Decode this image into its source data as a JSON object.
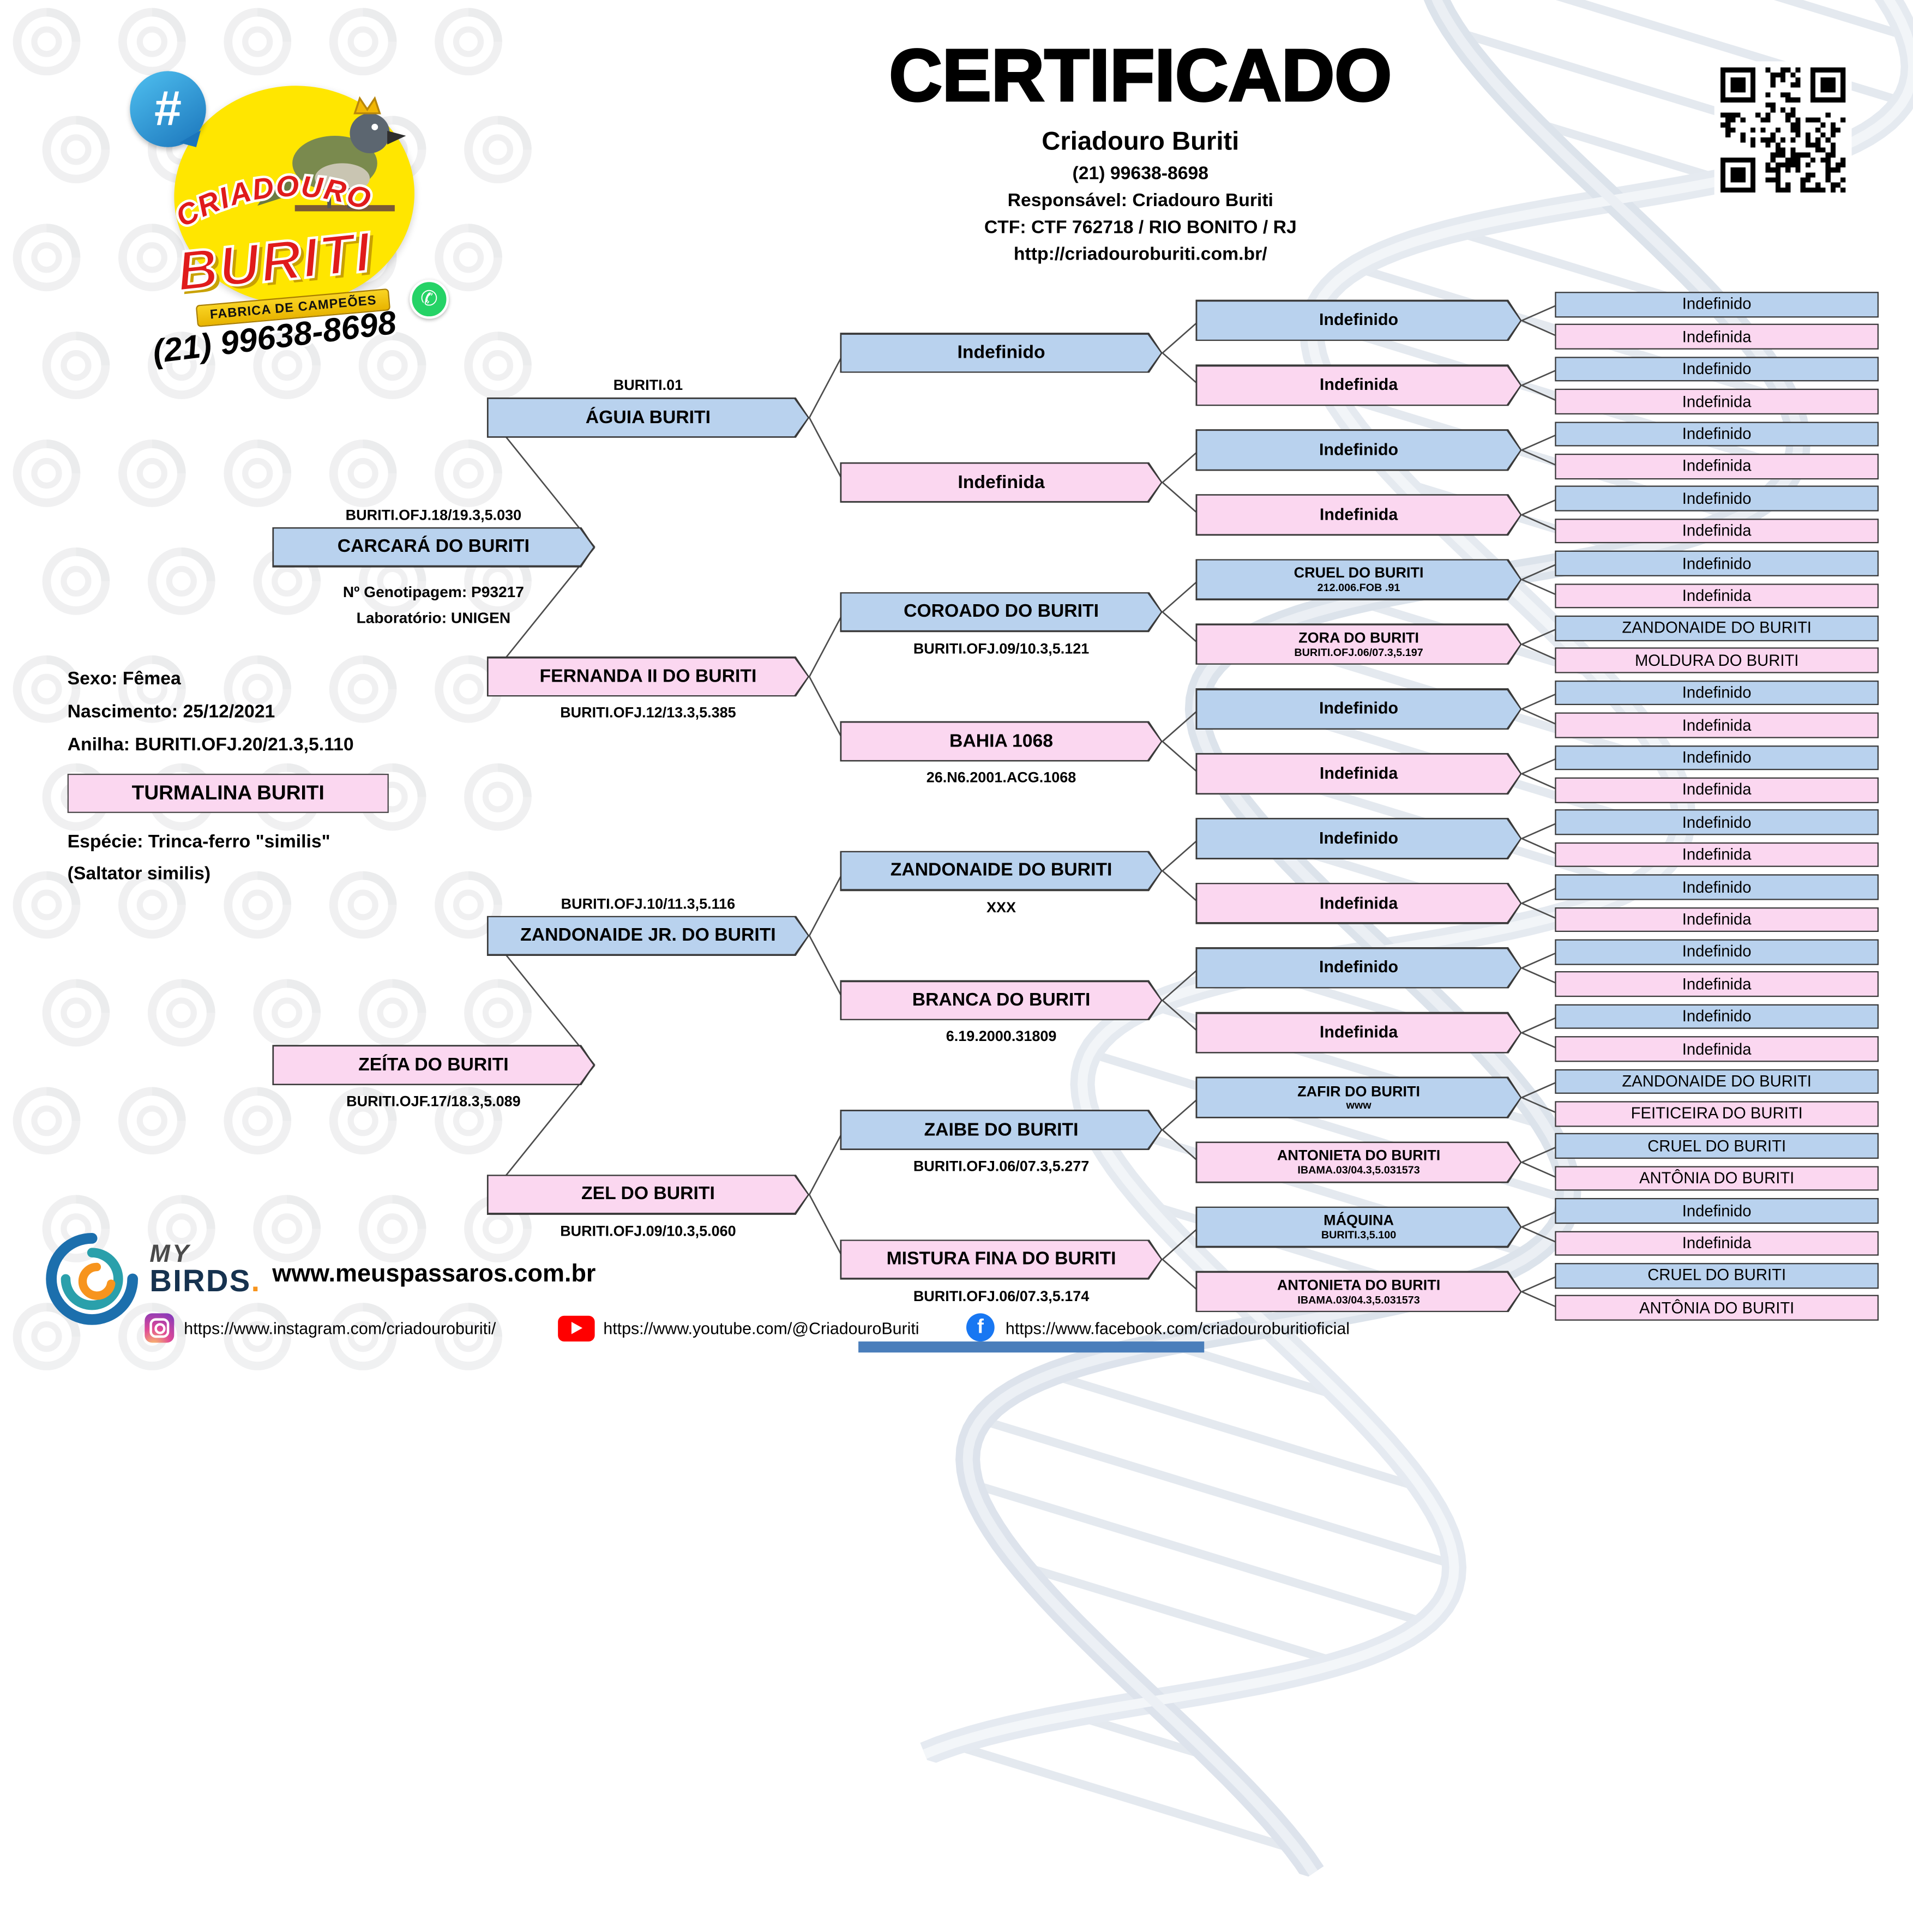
{
  "colors": {
    "male_box": "#b9d2ee",
    "female_box": "#fbd7f0",
    "box_border": "#3a3a3a",
    "connector_line": "#4d4d4d",
    "logo_red": "#e01b1b",
    "logo_yellow": "#ffe600",
    "whatsapp_green": "#25d366",
    "footer_bar_blue": "#4a7ebb"
  },
  "icons": {
    "qr": "qr-code",
    "whatsapp": "✆",
    "instagram": "camera-gradient-square",
    "youtube": "play-triangle",
    "facebook": "f",
    "watermark": "bird-swirl",
    "mybirds": "swirl-bird-logo"
  },
  "header": {
    "title": "CERTIFICADO",
    "breeder_name": "Criadouro Buriti",
    "phone": "(21) 99638-8698",
    "responsible": "Responsável: Criadouro Buriti",
    "ctf": "CTF: CTF 762718 / RIO BONITO / RJ",
    "website": "http://criadouroburiti.com.br/"
  },
  "logo": {
    "hash_symbol": "#",
    "arc_text": "CRIADOURO",
    "main_text": "BURITI",
    "tagline": "FABRICA DE CAMPEÕES",
    "phone": "(21) 99638-8698",
    "whatsapp_glyph": "✆"
  },
  "subject": {
    "sex": "Sexo: Fêmea",
    "birth": "Nascimento: 25/12/2021",
    "ring": "Anilha: BURITI.OFJ.20/21.3,5.110",
    "name": "TURMALINA BURITI",
    "species_line1": "Espécie: Trinca-ferro \"similis\"",
    "species_line2": "(Saltator similis)"
  },
  "footer": {
    "mybirds_top": "MY",
    "mybirds_bottom": "BIRDS",
    "mybirds_dot": ".",
    "website": "www.meuspassaros.com.br",
    "instagram_url": "https://www.instagram.com/criadouroburiti/",
    "youtube_url": "https://www.youtube.com/@CriadouroBuriti",
    "facebook_url": "https://www.facebook.com/criadouroburitioficial"
  },
  "tree": {
    "nodes": [
      {
        "id": "p1",
        "gen": 2,
        "sex": "m",
        "name": "CARCARÁ DO BURITI",
        "ring": "BURITI.OFJ.18/19.3,5.030",
        "ring_pos": "above",
        "extra": [
          "Nº Genotipagem: P93217",
          "Laboratório: UNIGEN"
        ],
        "sire": "g1",
        "dam": "g2"
      },
      {
        "id": "p2",
        "gen": 2,
        "sex": "f",
        "name": "ZEÍTA DO BURITI",
        "ring": "BURITI.OJF.17/18.3,5.089",
        "ring_pos": "below",
        "sire": "g3",
        "dam": "g4"
      },
      {
        "id": "g1",
        "gen": 3,
        "sex": "m",
        "name": "ÁGUIA BURITI",
        "ring": "BURITI.01",
        "ring_pos": "above",
        "sire": "gg1",
        "dam": "gg2"
      },
      {
        "id": "g2",
        "gen": 3,
        "sex": "f",
        "name": "FERNANDA II DO BURITI",
        "ring": "BURITI.OFJ.12/13.3,5.385",
        "ring_pos": "below",
        "sire": "gg3",
        "dam": "gg4"
      },
      {
        "id": "g3",
        "gen": 3,
        "sex": "m",
        "name": "ZANDONAIDE JR. DO BURITI",
        "ring": "BURITI.OFJ.10/11.3,5.116",
        "ring_pos": "above",
        "sire": "gg5",
        "dam": "gg6"
      },
      {
        "id": "g4",
        "gen": 3,
        "sex": "f",
        "name": "ZEL DO BURITI",
        "ring": "BURITI.OFJ.09/10.3,5.060",
        "ring_pos": "below",
        "sire": "gg7",
        "dam": "gg8"
      },
      {
        "id": "gg1",
        "gen": 4,
        "sex": "m",
        "name": "Indefinido",
        "sire": "a1",
        "dam": "a2"
      },
      {
        "id": "gg2",
        "gen": 4,
        "sex": "f",
        "name": "Indefinida",
        "sire": "a3",
        "dam": "a4"
      },
      {
        "id": "gg3",
        "gen": 4,
        "sex": "m",
        "name": "COROADO DO BURITI",
        "ring": "BURITI.OFJ.09/10.3,5.121",
        "ring_pos": "below",
        "sire": "a5",
        "dam": "a6"
      },
      {
        "id": "gg4",
        "gen": 4,
        "sex": "f",
        "name": "BAHIA 1068",
        "ring": "26.N6.2001.ACG.1068",
        "ring_pos": "below",
        "sire": "a7",
        "dam": "a8"
      },
      {
        "id": "gg5",
        "gen": 4,
        "sex": "m",
        "name": "ZANDONAIDE DO BURITI",
        "ring": "XXX",
        "ring_pos": "below",
        "sire": "a9",
        "dam": "a10"
      },
      {
        "id": "gg6",
        "gen": 4,
        "sex": "f",
        "name": "BRANCA DO BURITI",
        "ring": "6.19.2000.31809",
        "ring_pos": "below",
        "sire": "a11",
        "dam": "a12"
      },
      {
        "id": "gg7",
        "gen": 4,
        "sex": "m",
        "name": "ZAIBE DO BURITI",
        "ring": "BURITI.OFJ.06/07.3,5.277",
        "ring_pos": "below",
        "sire": "a13",
        "dam": "a14"
      },
      {
        "id": "gg8",
        "gen": 4,
        "sex": "f",
        "name": "MISTURA FINA DO BURITI",
        "ring": "BURITI.OFJ.06/07.3,5.174",
        "ring_pos": "below",
        "sire": "a15",
        "dam": "a16"
      },
      {
        "id": "a1",
        "gen": 5,
        "sex": "m",
        "name": "Indefinido",
        "sire": "b1",
        "dam": "b2"
      },
      {
        "id": "a2",
        "gen": 5,
        "sex": "f",
        "name": "Indefinida",
        "sire": "b3",
        "dam": "b4"
      },
      {
        "id": "a3",
        "gen": 5,
        "sex": "m",
        "name": "Indefinido",
        "sire": "b5",
        "dam": "b6"
      },
      {
        "id": "a4",
        "gen": 5,
        "sex": "f",
        "name": "Indefinida",
        "sire": "b7",
        "dam": "b8"
      },
      {
        "id": "a5",
        "gen": 5,
        "sex": "m",
        "name": "CRUEL DO BURITI",
        "ring": "212.006.FOB .91",
        "ring_pos": "inside",
        "sire": "b9",
        "dam": "b10"
      },
      {
        "id": "a6",
        "gen": 5,
        "sex": "f",
        "name": "ZORA DO BURITI",
        "ring": "BURITI.OFJ.06/07.3,5.197",
        "ring_pos": "inside",
        "sire": "b11",
        "dam": "b12"
      },
      {
        "id": "a7",
        "gen": 5,
        "sex": "m",
        "name": "Indefinido",
        "sire": "b13",
        "dam": "b14"
      },
      {
        "id": "a8",
        "gen": 5,
        "sex": "f",
        "name": "Indefinida",
        "sire": "b15",
        "dam": "b16"
      },
      {
        "id": "a9",
        "gen": 5,
        "sex": "m",
        "name": "Indefinido",
        "sire": "b17",
        "dam": "b18"
      },
      {
        "id": "a10",
        "gen": 5,
        "sex": "f",
        "name": "Indefinida",
        "sire": "b19",
        "dam": "b20"
      },
      {
        "id": "a11",
        "gen": 5,
        "sex": "m",
        "name": "Indefinido",
        "sire": "b21",
        "dam": "b22"
      },
      {
        "id": "a12",
        "gen": 5,
        "sex": "f",
        "name": "Indefinida",
        "sire": "b23",
        "dam": "b24"
      },
      {
        "id": "a13",
        "gen": 5,
        "sex": "m",
        "name": "ZAFIR DO BURITI",
        "ring": "www",
        "ring_pos": "inside",
        "sire": "b25",
        "dam": "b26"
      },
      {
        "id": "a14",
        "gen": 5,
        "sex": "f",
        "name": "ANTONIETA DO BURITI",
        "ring": "IBAMA.03/04.3,5.031573",
        "ring_pos": "inside",
        "sire": "b27",
        "dam": "b28"
      },
      {
        "id": "a15",
        "gen": 5,
        "sex": "m",
        "name": "MÁQUINA",
        "ring": "BURITI.3,5.100",
        "ring_pos": "inside",
        "sire": "b29",
        "dam": "b30"
      },
      {
        "id": "a16",
        "gen": 5,
        "sex": "f",
        "name": "ANTONIETA DO BURITI",
        "ring": "IBAMA.03/04.3,5.031573",
        "ring_pos": "inside",
        "sire": "b31",
        "dam": "b32"
      },
      {
        "id": "b1",
        "gen": 6,
        "row": 0,
        "sex": "m",
        "name": "Indefinido"
      },
      {
        "id": "b2",
        "gen": 6,
        "row": 1,
        "sex": "f",
        "name": "Indefinida"
      },
      {
        "id": "b3",
        "gen": 6,
        "row": 2,
        "sex": "m",
        "name": "Indefinido"
      },
      {
        "id": "b4",
        "gen": 6,
        "row": 3,
        "sex": "f",
        "name": "Indefinida"
      },
      {
        "id": "b5",
        "gen": 6,
        "row": 4,
        "sex": "m",
        "name": "Indefinido"
      },
      {
        "id": "b6",
        "gen": 6,
        "row": 5,
        "sex": "f",
        "name": "Indefinida"
      },
      {
        "id": "b7",
        "gen": 6,
        "row": 6,
        "sex": "m",
        "name": "Indefinido"
      },
      {
        "id": "b8",
        "gen": 6,
        "row": 7,
        "sex": "f",
        "name": "Indefinida"
      },
      {
        "id": "b9",
        "gen": 6,
        "row": 8,
        "sex": "m",
        "name": "Indefinido"
      },
      {
        "id": "b10",
        "gen": 6,
        "row": 9,
        "sex": "f",
        "name": "Indefinida"
      },
      {
        "id": "b11",
        "gen": 6,
        "row": 10,
        "sex": "m",
        "name": "ZANDONAIDE DO BURITI"
      },
      {
        "id": "b12",
        "gen": 6,
        "row": 11,
        "sex": "f",
        "name": "MOLDURA DO BURITI"
      },
      {
        "id": "b13",
        "gen": 6,
        "row": 12,
        "sex": "m",
        "name": "Indefinido"
      },
      {
        "id": "b14",
        "gen": 6,
        "row": 13,
        "sex": "f",
        "name": "Indefinida"
      },
      {
        "id": "b15",
        "gen": 6,
        "row": 14,
        "sex": "m",
        "name": "Indefinido"
      },
      {
        "id": "b16",
        "gen": 6,
        "row": 15,
        "sex": "f",
        "name": "Indefinida"
      },
      {
        "id": "b17",
        "gen": 6,
        "row": 16,
        "sex": "m",
        "name": "Indefinido"
      },
      {
        "id": "b18",
        "gen": 6,
        "row": 17,
        "sex": "f",
        "name": "Indefinida"
      },
      {
        "id": "b19",
        "gen": 6,
        "row": 18,
        "sex": "m",
        "name": "Indefinido"
      },
      {
        "id": "b20",
        "gen": 6,
        "row": 19,
        "sex": "f",
        "name": "Indefinida"
      },
      {
        "id": "b21",
        "gen": 6,
        "row": 20,
        "sex": "m",
        "name": "Indefinido"
      },
      {
        "id": "b22",
        "gen": 6,
        "row": 21,
        "sex": "f",
        "name": "Indefinida"
      },
      {
        "id": "b23",
        "gen": 6,
        "row": 22,
        "sex": "m",
        "name": "Indefinido"
      },
      {
        "id": "b24",
        "gen": 6,
        "row": 23,
        "sex": "f",
        "name": "Indefinida"
      },
      {
        "id": "b25",
        "gen": 6,
        "row": 24,
        "sex": "m",
        "name": "ZANDONAIDE DO BURITI"
      },
      {
        "id": "b26",
        "gen": 6,
        "row": 25,
        "sex": "f",
        "name": "FEITICEIRA DO BURITI"
      },
      {
        "id": "b27",
        "gen": 6,
        "row": 26,
        "sex": "m",
        "name": "CRUEL DO BURITI"
      },
      {
        "id": "b28",
        "gen": 6,
        "row": 27,
        "sex": "f",
        "name": "ANTÔNIA DO BURITI"
      },
      {
        "id": "b29",
        "gen": 6,
        "row": 28,
        "sex": "m",
        "name": "Indefinido"
      },
      {
        "id": "b30",
        "gen": 6,
        "row": 29,
        "sex": "f",
        "name": "Indefinida"
      },
      {
        "id": "b31",
        "gen": 6,
        "row": 30,
        "sex": "m",
        "name": "CRUEL DO BURITI"
      },
      {
        "id": "b32",
        "gen": 6,
        "row": 31,
        "sex": "f",
        "name": "ANTÔNIA DO BURITI"
      }
    ]
  }
}
